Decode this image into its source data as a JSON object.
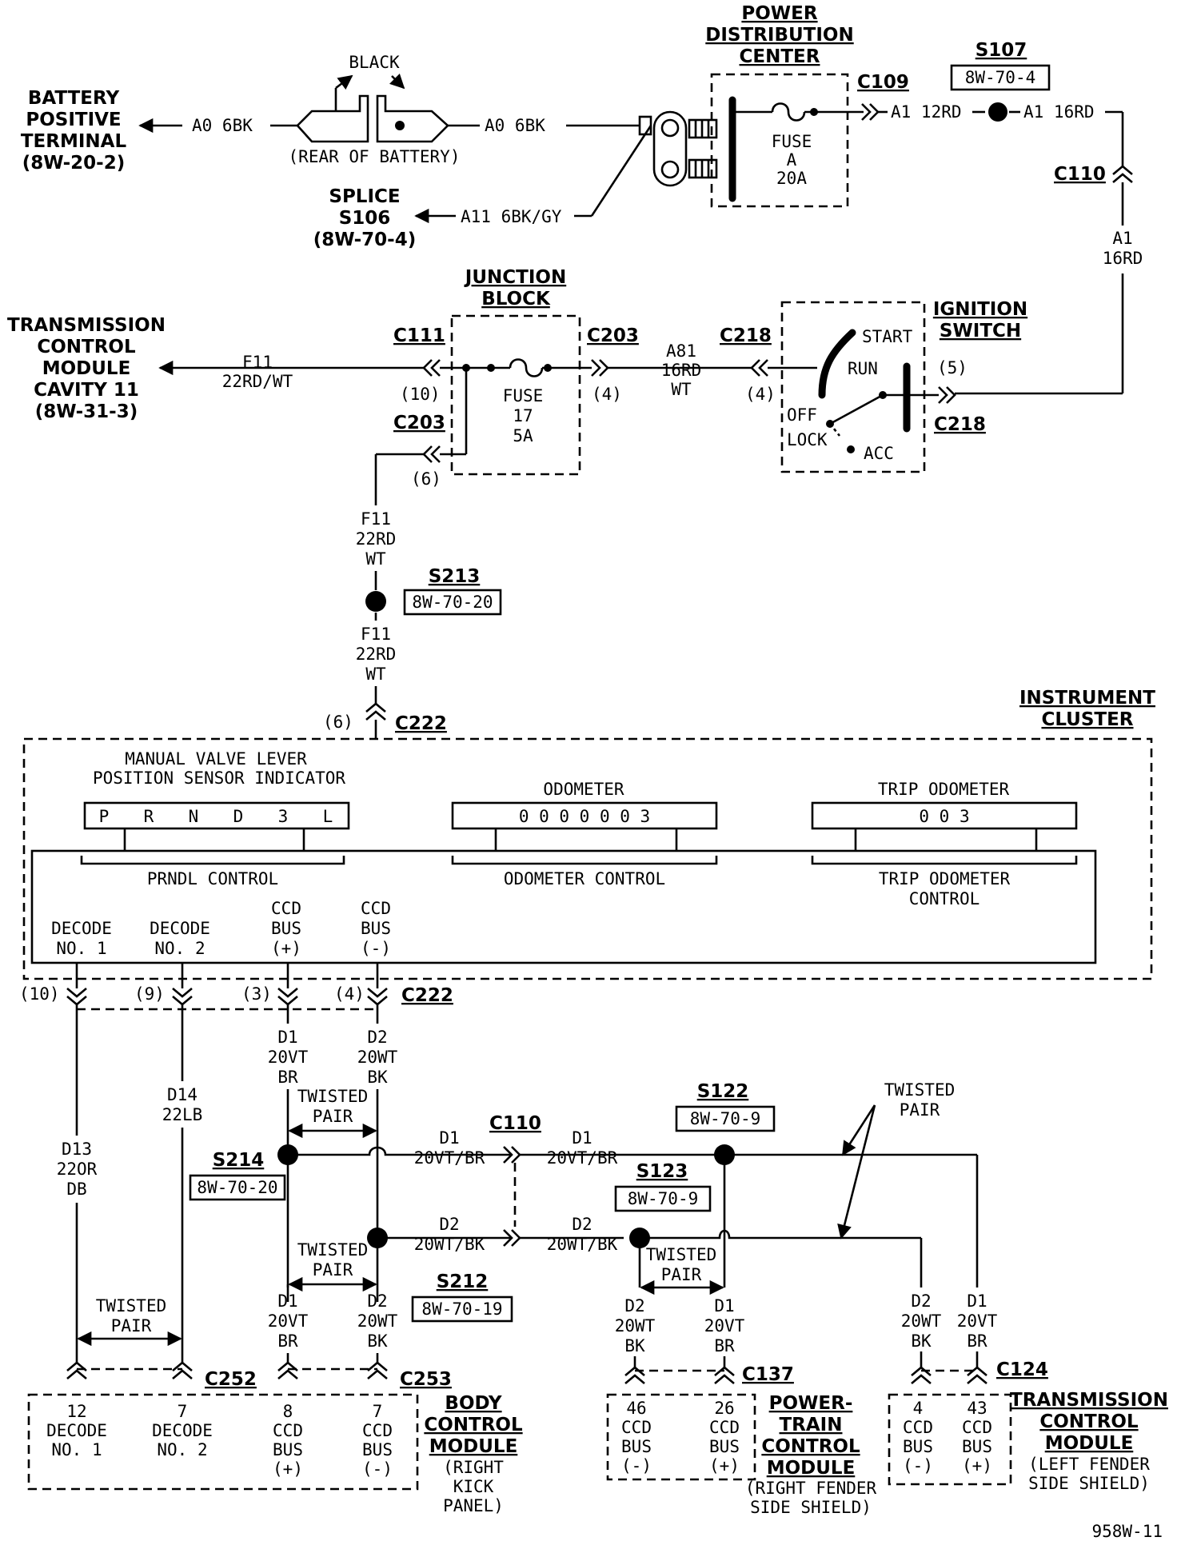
{
  "battery_terminal": [
    "BATTERY",
    "POSITIVE",
    "TERMINAL",
    "(8W-20-2)"
  ],
  "black_label": "BLACK",
  "rear_of_battery": "(REAR OF BATTERY)",
  "a0_left": "A0 6BK",
  "a0_right": "A0 6BK",
  "splice_s106": [
    "SPLICE",
    "S106",
    "(8W-70-4)"
  ],
  "a11_wire": "A11 6BK/GY",
  "pdc_title": [
    "POWER",
    "DISTRIBUTION",
    "CENTER"
  ],
  "fuse_a": [
    "FUSE",
    "A",
    "20A"
  ],
  "c109": "C109",
  "a1_12rd": "A1 12RD",
  "a1_16rd": "A1 16RD",
  "s107": "S107",
  "s107_ref": "8W-70-4",
  "c110_top": "C110",
  "a1_right": [
    "A1",
    "16RD"
  ],
  "tcm_top": [
    "TRANSMISSION",
    "CONTROL",
    "MODULE",
    "CAVITY 11",
    "(8W-31-3)"
  ],
  "f11_top": [
    "F11",
    "22RD/WT"
  ],
  "c111": "C111",
  "c111_cav": "(10)",
  "junction_block": [
    "JUNCTION",
    "BLOCK"
  ],
  "fuse17": [
    "FUSE",
    "17",
    "5A"
  ],
  "c203_a": "C203",
  "c203_a_cav": "(4)",
  "a81_wire": [
    "A81",
    "16RD",
    "WT"
  ],
  "c218_a": "C218",
  "c218_a_cav": "(4)",
  "ignition_switch": [
    "IGNITION",
    "SWITCH"
  ],
  "ign_positions": {
    "start": "START",
    "run": "RUN",
    "off": "OFF",
    "lock": "LOCK",
    "acc": "ACC"
  },
  "c218_b": "C218",
  "c218_b_cav": "(5)",
  "c203_b": "C203",
  "c203_b_cav": "(6)",
  "f11_mid1": [
    "F11",
    "22RD",
    "WT"
  ],
  "s213": "S213",
  "s213_ref": "8W-70-20",
  "f11_mid2": [
    "F11",
    "22RD",
    "WT"
  ],
  "c222_top": "C222",
  "c222_top_cav": "(6)",
  "instrument_cluster": [
    "INSTRUMENT",
    "CLUSTER"
  ],
  "mvl_title": [
    "MANUAL VALVE LEVER",
    "POSITION SENSOR INDICATOR"
  ],
  "prndl_letters": [
    "P",
    "R",
    "N",
    "D",
    "3",
    "L"
  ],
  "odometer_title": "ODOMETER",
  "odometer_value": "0 0 0 0 0 0 3",
  "trip_title": "TRIP ODOMETER",
  "trip_value": "0 0 3",
  "prndl_control": "PRNDL CONTROL",
  "odometer_control": "ODOMETER CONTROL",
  "trip_control": [
    "TRIP ODOMETER",
    "CONTROL"
  ],
  "decode1": [
    "DECODE",
    "NO. 1"
  ],
  "decode2": [
    "DECODE",
    "NO. 2"
  ],
  "ccd_plus": [
    "CCD",
    "BUS",
    "(+)"
  ],
  "ccd_minus": [
    "CCD",
    "BUS",
    "(-)"
  ],
  "c222_bot": "C222",
  "c222_cavs": [
    "(10)",
    "(9)",
    "(3)",
    "(4)"
  ],
  "d1_top": [
    "D1",
    "20VT",
    "BR"
  ],
  "d2_top": [
    "D2",
    "20WT",
    "BK"
  ],
  "d13": [
    "D13",
    "22OR",
    "DB"
  ],
  "d14": [
    "D14",
    "22LB"
  ],
  "twisted_pair": [
    "TWISTED",
    "PAIR"
  ],
  "s214": "S214",
  "s214_ref": "8W-70-20",
  "s212": "S212",
  "s212_ref": "8W-70-19",
  "c110_mid": "C110",
  "d1_h_left": [
    "D1",
    "20VT/BR"
  ],
  "d1_h_right": [
    "D1",
    "20VT/BR"
  ],
  "d2_h_left": [
    "D2",
    "20WT/BK"
  ],
  "d2_h_right": [
    "D2",
    "20WT/BK"
  ],
  "s122": "S122",
  "s122_ref": "8W-70-9",
  "s123": "S123",
  "s123_ref": "8W-70-9",
  "d1_bcm": [
    "D1",
    "20VT",
    "BR"
  ],
  "d2_bcm": [
    "D2",
    "20WT",
    "BK"
  ],
  "d2_pcm": [
    "D2",
    "20WT",
    "BK"
  ],
  "d1_pcm": [
    "D1",
    "20VT",
    "BR"
  ],
  "d2_tcm": [
    "D2",
    "20WT",
    "BK"
  ],
  "d1_tcm": [
    "D1",
    "20VT",
    "BR"
  ],
  "c252": "C252",
  "c253": "C253",
  "c137": "C137",
  "c124": "C124",
  "bcm_pins": [
    {
      "num": "12",
      "l1": "DECODE",
      "l2": "NO. 1",
      "l3": ""
    },
    {
      "num": "7",
      "l1": "DECODE",
      "l2": "NO. 2",
      "l3": ""
    },
    {
      "num": "8",
      "l1": "CCD",
      "l2": "BUS",
      "l3": "(+)"
    },
    {
      "num": "7",
      "l1": "CCD",
      "l2": "BUS",
      "l3": "(-)"
    }
  ],
  "bcm_title": [
    "BODY",
    "CONTROL",
    "MODULE"
  ],
  "bcm_loc": [
    "(RIGHT",
    "KICK",
    "PANEL)"
  ],
  "pcm_pins": [
    {
      "num": "46",
      "l1": "CCD",
      "l2": "BUS",
      "l3": "(-)"
    },
    {
      "num": "26",
      "l1": "CCD",
      "l2": "BUS",
      "l3": "(+)"
    }
  ],
  "pcm_title": [
    "POWER-",
    "TRAIN",
    "CONTROL",
    "MODULE"
  ],
  "pcm_loc": [
    "(RIGHT FENDER",
    "SIDE SHIELD)"
  ],
  "tcm_pins": [
    {
      "num": "4",
      "l1": "CCD",
      "l2": "BUS",
      "l3": "(-)"
    },
    {
      "num": "43",
      "l1": "CCD",
      "l2": "BUS",
      "l3": "(+)"
    }
  ],
  "tcm_title": [
    "TRANSMISSION",
    "CONTROL",
    "MODULE"
  ],
  "tcm_loc": [
    "(LEFT FENDER",
    "SIDE SHIELD)"
  ],
  "page_code": "958W-11"
}
